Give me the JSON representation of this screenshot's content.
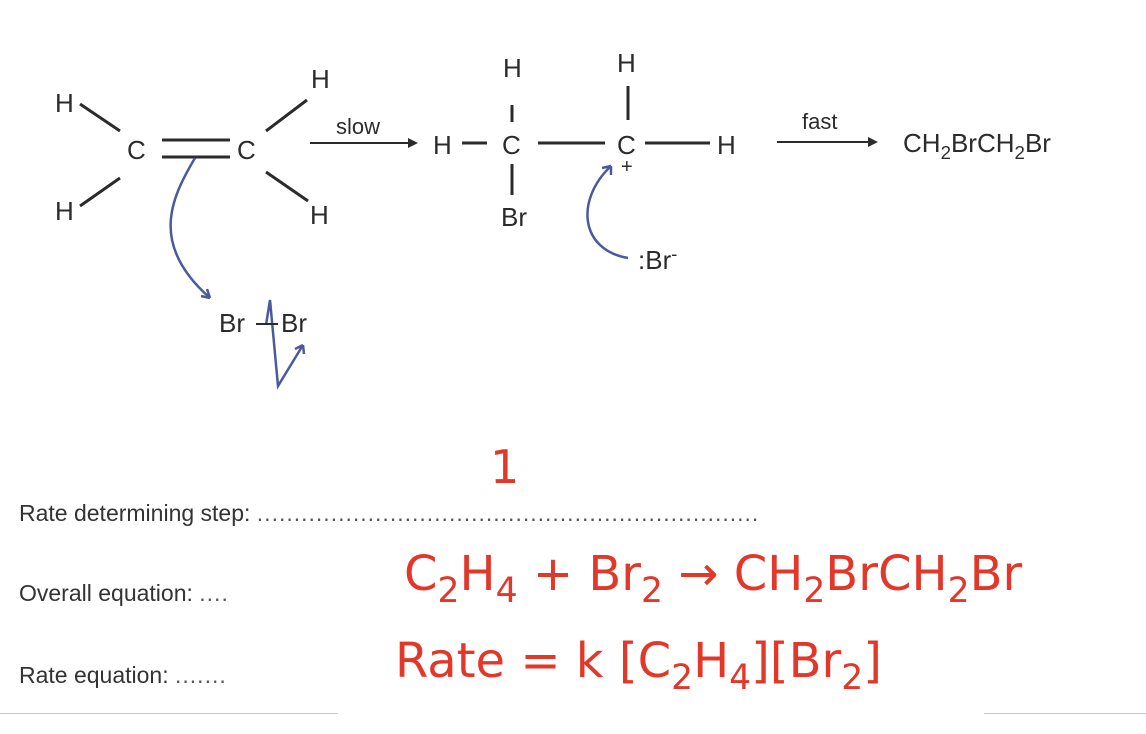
{
  "mechanism": {
    "ethene": {
      "atoms": [
        "H",
        "H",
        "C",
        "C",
        "H",
        "H"
      ],
      "description": "H2C=CH2"
    },
    "step1": {
      "label": "slow"
    },
    "intermediate": {
      "top_h_left": "H",
      "top_h_right": "H",
      "left_h": "H",
      "c_left": "C",
      "c_right": "C",
      "right_h": "H",
      "bottom_br": "Br",
      "charge": "+"
    },
    "bromide_ion": {
      "text": ":Br",
      "charge": "-"
    },
    "bromine": {
      "left": "Br",
      "right": "Br"
    },
    "step2": {
      "label": "fast"
    },
    "product": {
      "parts": [
        "CH",
        "2",
        "BrCH",
        "2",
        "Br"
      ]
    },
    "arrow_color": "#4a5a9c"
  },
  "questions": {
    "rds": {
      "label": "Rate determining step:",
      "dots": "....................................................................",
      "answer": "1"
    },
    "overall": {
      "label": "Overall equation:",
      "dots": "....",
      "answer": {
        "parts": [
          "C",
          "2",
          "H",
          "4",
          " + Br",
          "2",
          " → CH",
          "2",
          "BrCH",
          "2",
          "Br"
        ]
      }
    },
    "rate": {
      "label": "Rate equation:",
      "dots": ".......",
      "answer": {
        "parts": [
          "Rate = k [C",
          "2",
          "H",
          "4",
          "][Br",
          "2",
          "]"
        ]
      }
    }
  },
  "colors": {
    "answer_red": "#e2382a",
    "curly_arrow_blue": "#4a5a9c",
    "text_dark": "#2b2b2b"
  }
}
